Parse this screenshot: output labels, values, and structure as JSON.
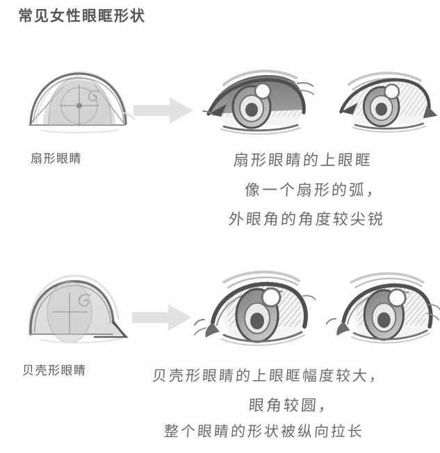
{
  "page": {
    "title": "常见女性眼眶形状",
    "background_color": "#fdfffc",
    "title_color": "#555658",
    "arrow_color": "#e2e2e2",
    "sketch_color": "#6a6c6e"
  },
  "rows": [
    {
      "id": "fan",
      "shape_label": "扇形眼睛",
      "diagram_name": "fan-shape-diagram",
      "arrow_name": "arrow-right-fan",
      "eyes": [
        "fan-eye-left",
        "fan-eye-right"
      ],
      "note_lines": [
        "扇形眼睛的上眼眶",
        "像一个扇形的弧，",
        "外眼角的角度较尖锐"
      ]
    },
    {
      "id": "shell",
      "shape_label": "贝壳形眼睛",
      "diagram_name": "shell-shape-diagram",
      "arrow_name": "arrow-right-shell",
      "eyes": [
        "shell-eye-left",
        "shell-eye-right"
      ],
      "note_lines": [
        "贝壳形眼睛的上眼眶幅度较大，",
        "眼角较圆，",
        "整个眼睛的形状被纵向拉长"
      ]
    }
  ],
  "icons": {
    "arrow": "arrow-right-icon"
  }
}
